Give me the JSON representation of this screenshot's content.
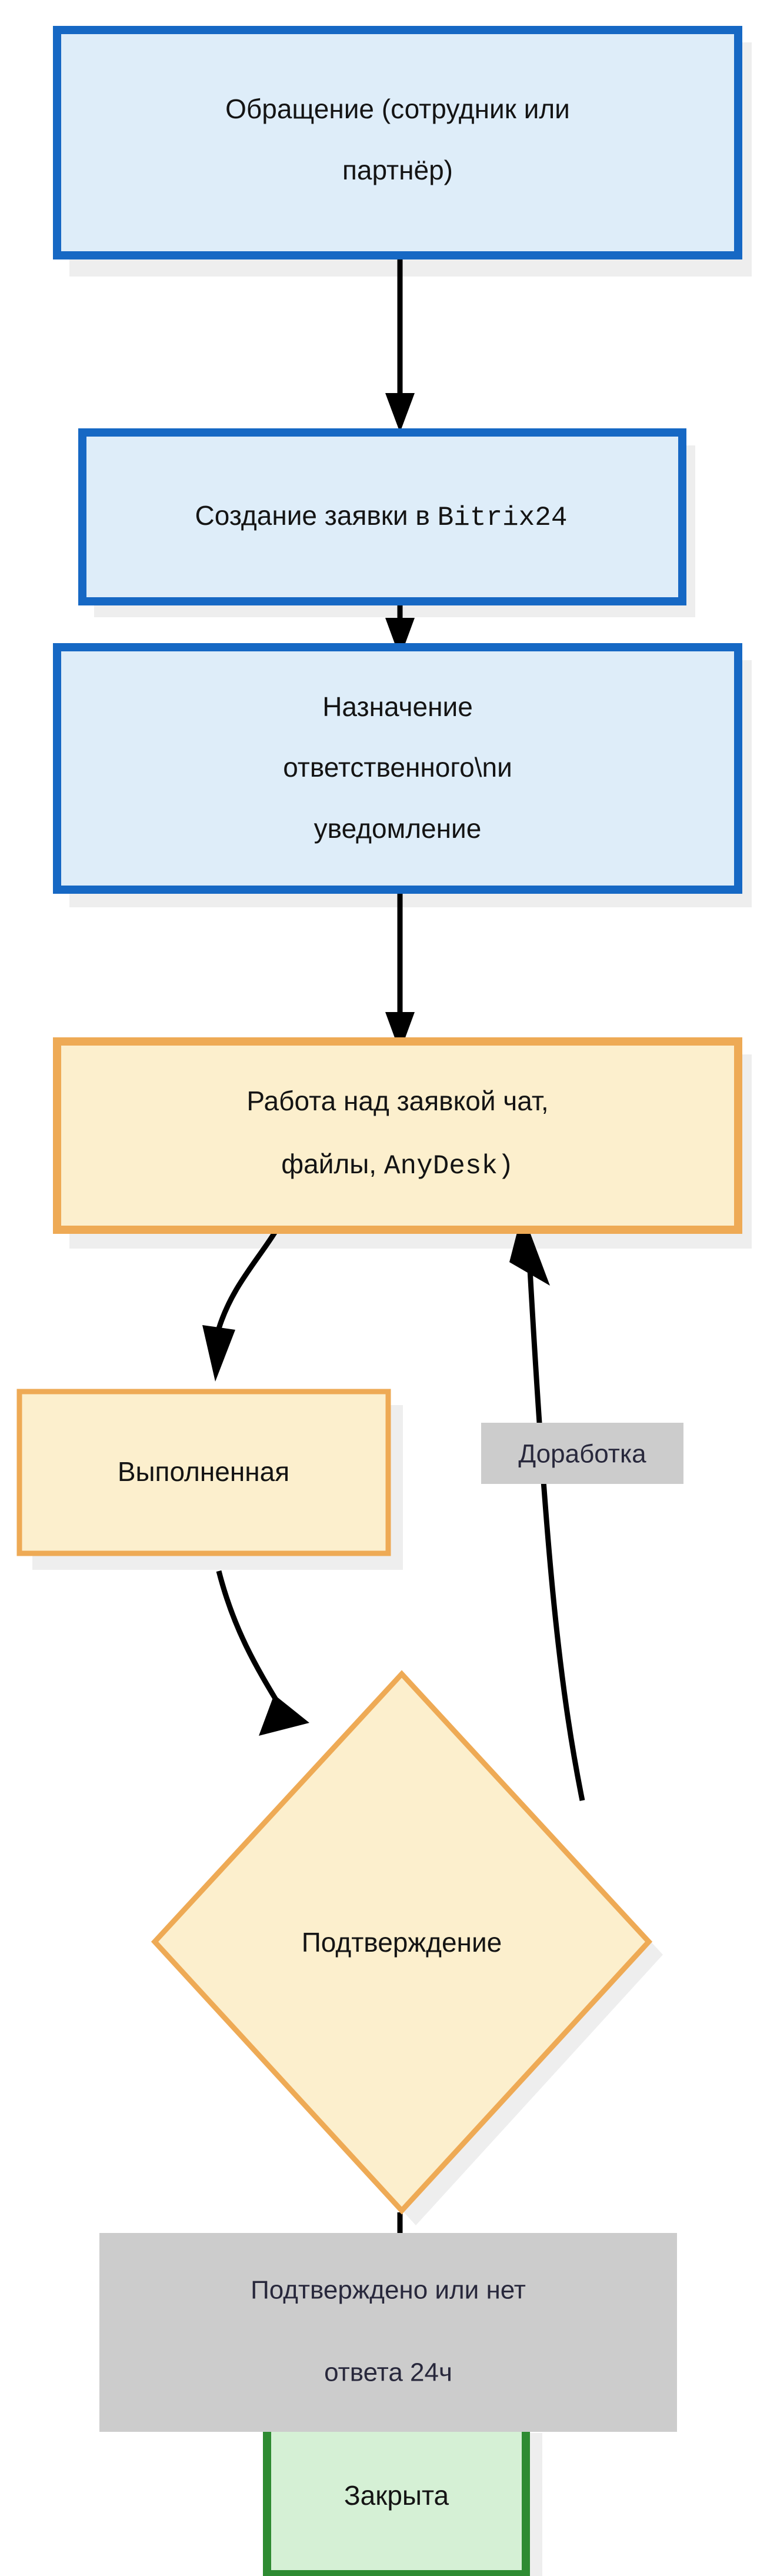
{
  "diagram": {
    "type": "flowchart",
    "direction": "top-to-bottom",
    "title": "",
    "background_color": "#ffffff",
    "palette": {
      "blue_border": "#1668c4",
      "blue_fill": "#deedf9",
      "orange_border": "#eeaa55",
      "orange_fill": "#fcefcd",
      "green_border": "#2e8b32",
      "green_fill": "#d5f0d5",
      "edge_color": "#000000",
      "edge_label_bg": "#cccccc",
      "edge_label_text": "#28283c",
      "node_text": "#141414",
      "shadow": "#eeeeee"
    },
    "nodes": [
      {
        "id": "n1",
        "shape": "rectangle",
        "style": "blue",
        "lines": [
          "Обращение (сотрудник или",
          "партнёр)"
        ],
        "text": "Обращение (сотрудник или партнёр)"
      },
      {
        "id": "n2",
        "shape": "rectangle",
        "style": "blue",
        "lines": [
          "Создание заявки в Bitrix24"
        ],
        "text": "Создание заявки в Bitrix24",
        "mono_part": "Bitrix24"
      },
      {
        "id": "n3",
        "shape": "rectangle",
        "style": "blue",
        "lines": [
          "Назначение",
          "ответственного\\nи",
          "уведомление"
        ],
        "text": "Назначение ответственного\\nи уведомление"
      },
      {
        "id": "n4",
        "shape": "rectangle",
        "style": "orange",
        "lines": [
          "Работа над заявкой чат,",
          "файлы, AnyDesk)"
        ],
        "text": "Работа над заявкой чат, файлы, AnyDesk)",
        "mono_part": "AnyDesk"
      },
      {
        "id": "n5",
        "shape": "rectangle",
        "style": "orange",
        "lines": [
          "Выполненная"
        ],
        "text": "Выполненная"
      },
      {
        "id": "n6",
        "shape": "diamond",
        "style": "orange",
        "lines": [
          "Подтверждение"
        ],
        "text": "Подтверждение"
      },
      {
        "id": "n7",
        "shape": "rectangle",
        "style": "green",
        "lines": [
          "Закрыта"
        ],
        "text": "Закрыта"
      }
    ],
    "edges": [
      {
        "id": "e1",
        "from": "n1",
        "to": "n2",
        "label": ""
      },
      {
        "id": "e2",
        "from": "n2",
        "to": "n3",
        "label": ""
      },
      {
        "id": "e3",
        "from": "n3",
        "to": "n4",
        "label": ""
      },
      {
        "id": "e4",
        "from": "n4",
        "to": "n5",
        "label": ""
      },
      {
        "id": "e5",
        "from": "n5",
        "to": "n6",
        "label": ""
      },
      {
        "id": "e6",
        "from": "n6",
        "to": "n4",
        "label": "Доработка"
      },
      {
        "id": "e7",
        "from": "n6",
        "to": "n7",
        "label": "Подтверждено или нет ответа 24ч",
        "label_lines": [
          "Подтверждено или нет",
          "ответа 24ч"
        ]
      }
    ]
  },
  "labels": {
    "n1_l1": "Обращение (сотрудник или",
    "n1_l2": "партнёр)",
    "n2_l1_pre": "Создание заявки в ",
    "n2_l1_mono": "Bitrix24",
    "n3_l1": "Назначение",
    "n3_l2": "ответственного\\nи",
    "n3_l3": "уведомление",
    "n4_l1": "Работа над заявкой чат,",
    "n4_l2_pre": "файлы, ",
    "n4_l2_mono": "AnyDesk)",
    "n5_l1": "Выполненная",
    "n6_l1": "Подтверждение",
    "n7_l1": "Закрыта",
    "e6_label": "Доработка",
    "e7_label_l1": "Подтверждено или нет",
    "e7_label_l2": "ответа 24ч"
  }
}
